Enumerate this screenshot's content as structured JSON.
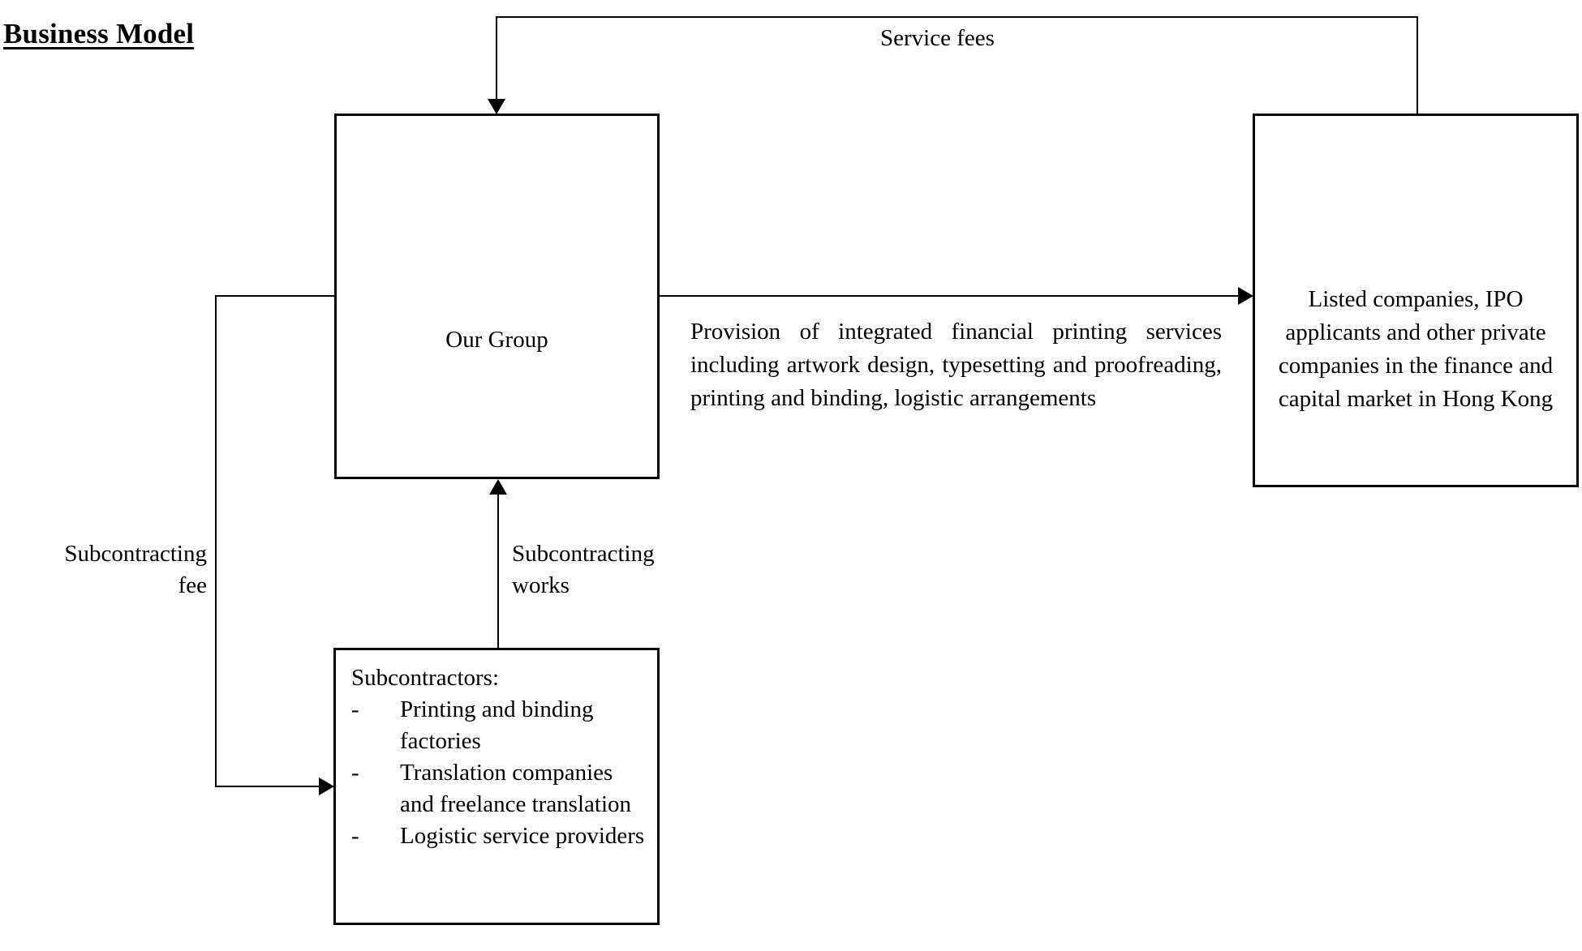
{
  "page": {
    "title": "Business Model"
  },
  "nodes": {
    "our_group": {
      "label": "Our\nGroup"
    },
    "clients": {
      "label": "Listed companies,\nIPO applicants and other\nprivate companies in the\nfinance and capital market\nin Hong Kong"
    },
    "subcontractors": {
      "heading": "Subcontractors:",
      "bullet_marker": "-",
      "items": [
        "Printing and binding factories",
        "Translation companies and freelance translation",
        "Logistic service providers"
      ]
    }
  },
  "edges": {
    "service_fees": "Service fees",
    "provision": "Provision of integrated financial printing services including artwork design, typesetting and proofreading, printing and binding, logistic arrangements",
    "subcontracting_fee": "Subcontracting\nfee",
    "subcontracting_works": "Subcontracting\nworks"
  },
  "colors": {
    "stroke": "#000000",
    "background": "#ffffff",
    "text": "#000000"
  }
}
